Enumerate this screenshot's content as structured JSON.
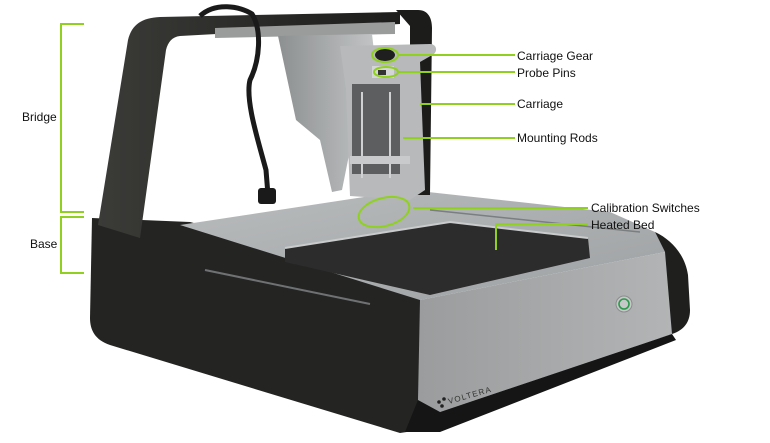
{
  "figure": {
    "subject": "Voltera desktop circuit board printer",
    "brand": "VOLTERA",
    "accent_color": "#8fd11e",
    "power_button_ring_color": "#2a9a4a"
  },
  "brackets": [
    {
      "label": "Bridge"
    },
    {
      "label": "Base"
    }
  ],
  "callouts": [
    {
      "label": "Carriage Gear"
    },
    {
      "label": "Probe Pins"
    },
    {
      "label": "Carriage"
    },
    {
      "label": "Mounting Rods"
    },
    {
      "label": "Calibration Switches"
    },
    {
      "label": "Heated Bed"
    }
  ]
}
